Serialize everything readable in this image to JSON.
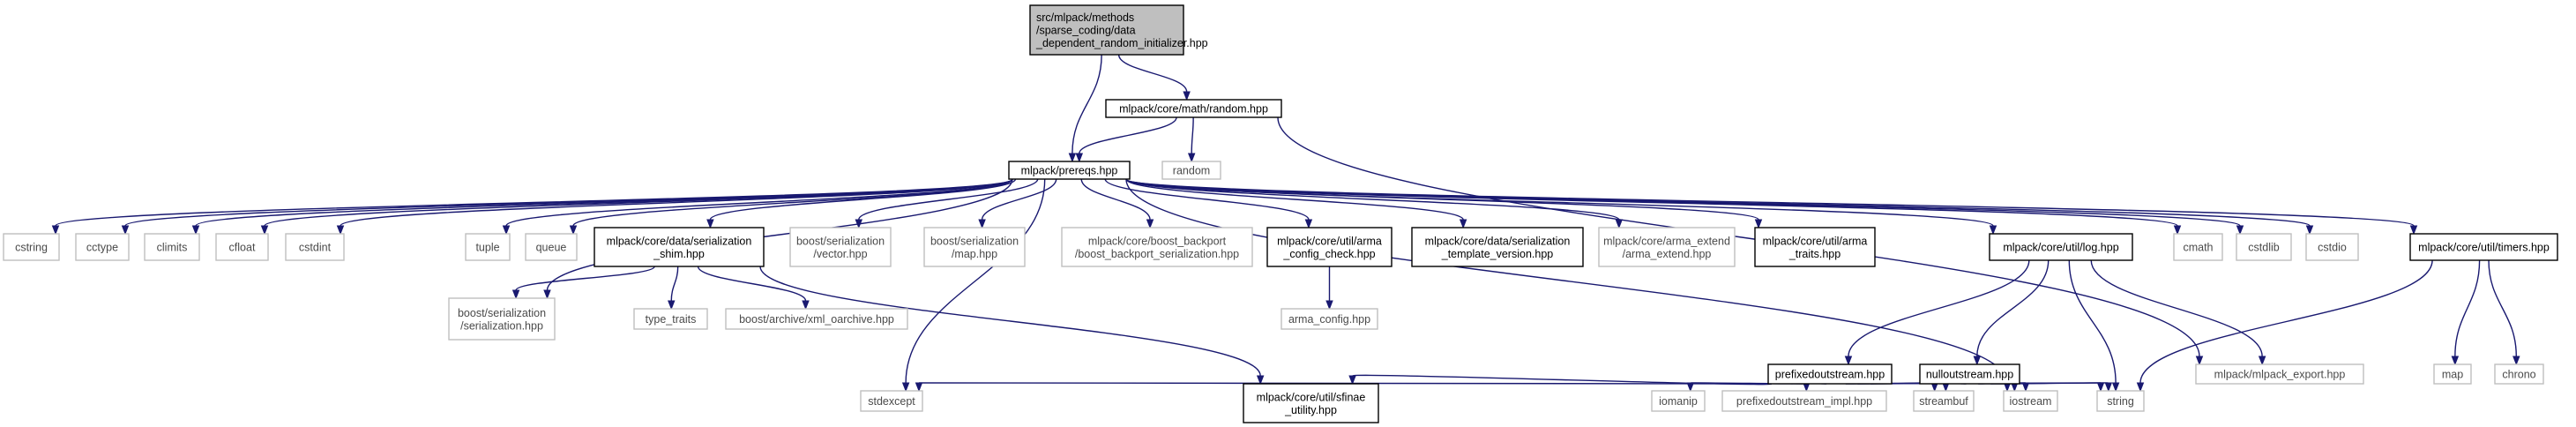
{
  "graph": {
    "nodes": [
      {
        "id": "root",
        "kind": "root",
        "lines": [
          "src/mlpack/methods",
          "/sparse_coding/data",
          "_dependent_random_initializer.hpp"
        ]
      },
      {
        "id": "random_hpp",
        "kind": "hdr",
        "lines": [
          "mlpack/core/math/random.hpp"
        ]
      },
      {
        "id": "prereqs",
        "kind": "hdr",
        "lines": [
          "mlpack/prereqs.hpp"
        ]
      },
      {
        "id": "random",
        "kind": "sys",
        "lines": [
          "random"
        ]
      },
      {
        "id": "cstring",
        "kind": "sys",
        "lines": [
          "cstring"
        ]
      },
      {
        "id": "cctype",
        "kind": "sys",
        "lines": [
          "cctype"
        ]
      },
      {
        "id": "climits",
        "kind": "sys",
        "lines": [
          "climits"
        ]
      },
      {
        "id": "cfloat",
        "kind": "sys",
        "lines": [
          "cfloat"
        ]
      },
      {
        "id": "cstdint",
        "kind": "sys",
        "lines": [
          "cstdint"
        ]
      },
      {
        "id": "tuple",
        "kind": "sys",
        "lines": [
          "tuple"
        ]
      },
      {
        "id": "queue",
        "kind": "sys",
        "lines": [
          "queue"
        ]
      },
      {
        "id": "ser_shim",
        "kind": "hdr",
        "lines": [
          "mlpack/core/data/serialization",
          "_shim.hpp"
        ]
      },
      {
        "id": "boost_vector",
        "kind": "sys",
        "lines": [
          "boost/serialization",
          "/vector.hpp"
        ]
      },
      {
        "id": "boost_map",
        "kind": "sys",
        "lines": [
          "boost/serialization",
          "/map.hpp"
        ]
      },
      {
        "id": "boost_backport",
        "kind": "sys",
        "lines": [
          "mlpack/core/boost_backport",
          "/boost_backport_serialization.hpp"
        ]
      },
      {
        "id": "arma_config_check",
        "kind": "hdr",
        "lines": [
          "mlpack/core/util/arma",
          "_config_check.hpp"
        ]
      },
      {
        "id": "ser_template",
        "kind": "hdr",
        "lines": [
          "mlpack/core/data/serialization",
          "_template_version.hpp"
        ]
      },
      {
        "id": "arma_extend",
        "kind": "sys",
        "lines": [
          "mlpack/core/arma_extend",
          "/arma_extend.hpp"
        ]
      },
      {
        "id": "arma_traits",
        "kind": "hdr",
        "lines": [
          "mlpack/core/util/arma",
          "_traits.hpp"
        ]
      },
      {
        "id": "log",
        "kind": "hdr",
        "lines": [
          "mlpack/core/util/log.hpp"
        ]
      },
      {
        "id": "cmath",
        "kind": "sys",
        "lines": [
          "cmath"
        ]
      },
      {
        "id": "cstdlib",
        "kind": "sys",
        "lines": [
          "cstdlib"
        ]
      },
      {
        "id": "cstdio",
        "kind": "sys",
        "lines": [
          "cstdio"
        ]
      },
      {
        "id": "timers",
        "kind": "hdr",
        "lines": [
          "mlpack/core/util/timers.hpp"
        ]
      },
      {
        "id": "boost_serialization",
        "kind": "sys",
        "lines": [
          "boost/serialization",
          "/serialization.hpp"
        ]
      },
      {
        "id": "type_traits",
        "kind": "sys",
        "lines": [
          "type_traits"
        ]
      },
      {
        "id": "xml_oarchive",
        "kind": "sys",
        "lines": [
          "boost/archive/xml_oarchive.hpp"
        ]
      },
      {
        "id": "arma_config",
        "kind": "sys",
        "lines": [
          "arma_config.hpp"
        ]
      },
      {
        "id": "prefixed",
        "kind": "hdr",
        "lines": [
          "prefixedoutstream.hpp"
        ]
      },
      {
        "id": "nullout",
        "kind": "hdr",
        "lines": [
          "nulloutstream.hpp"
        ]
      },
      {
        "id": "mlpack_export",
        "kind": "sys",
        "lines": [
          "mlpack/mlpack_export.hpp"
        ]
      },
      {
        "id": "map",
        "kind": "sys",
        "lines": [
          "map"
        ]
      },
      {
        "id": "chrono",
        "kind": "sys",
        "lines": [
          "chrono"
        ]
      },
      {
        "id": "stdexcept",
        "kind": "sys",
        "lines": [
          "stdexcept"
        ]
      },
      {
        "id": "sfinae",
        "kind": "hdr",
        "lines": [
          "mlpack/core/util/sfinae",
          "_utility.hpp"
        ]
      },
      {
        "id": "iomanip",
        "kind": "sys",
        "lines": [
          "iomanip"
        ]
      },
      {
        "id": "prefixed_impl",
        "kind": "sys",
        "lines": [
          "prefixedoutstream_impl.hpp"
        ]
      },
      {
        "id": "streambuf",
        "kind": "sys",
        "lines": [
          "streambuf"
        ]
      },
      {
        "id": "iostream",
        "kind": "sys",
        "lines": [
          "iostream"
        ]
      },
      {
        "id": "string",
        "kind": "sys",
        "lines": [
          "string"
        ]
      }
    ],
    "edges": [
      [
        "root",
        "random_hpp"
      ],
      [
        "root",
        "prereqs"
      ],
      [
        "random_hpp",
        "prereqs"
      ],
      [
        "random_hpp",
        "random"
      ],
      [
        "random_hpp",
        "mlpack_export"
      ],
      [
        "prereqs",
        "cstring"
      ],
      [
        "prereqs",
        "cctype"
      ],
      [
        "prereqs",
        "climits"
      ],
      [
        "prereqs",
        "cfloat"
      ],
      [
        "prereqs",
        "cstdint"
      ],
      [
        "prereqs",
        "tuple"
      ],
      [
        "prereqs",
        "queue"
      ],
      [
        "prereqs",
        "ser_shim"
      ],
      [
        "prereqs",
        "boost_vector"
      ],
      [
        "prereqs",
        "boost_map"
      ],
      [
        "prereqs",
        "boost_backport"
      ],
      [
        "prereqs",
        "arma_config_check"
      ],
      [
        "prereqs",
        "ser_template"
      ],
      [
        "prereqs",
        "arma_extend"
      ],
      [
        "prereqs",
        "arma_traits"
      ],
      [
        "prereqs",
        "log"
      ],
      [
        "prereqs",
        "cmath"
      ],
      [
        "prereqs",
        "cstdlib"
      ],
      [
        "prereqs",
        "cstdio"
      ],
      [
        "prereqs",
        "timers"
      ],
      [
        "prereqs",
        "boost_serialization"
      ],
      [
        "prereqs",
        "stdexcept"
      ],
      [
        "prereqs",
        "iostream"
      ],
      [
        "ser_shim",
        "boost_serialization"
      ],
      [
        "ser_shim",
        "type_traits"
      ],
      [
        "ser_shim",
        "xml_oarchive"
      ],
      [
        "ser_shim",
        "sfinae"
      ],
      [
        "arma_config_check",
        "arma_config"
      ],
      [
        "log",
        "prefixed"
      ],
      [
        "log",
        "nullout"
      ],
      [
        "log",
        "string"
      ],
      [
        "log",
        "mlpack_export"
      ],
      [
        "timers",
        "map"
      ],
      [
        "timers",
        "chrono"
      ],
      [
        "timers",
        "string"
      ],
      [
        "prefixed",
        "stdexcept"
      ],
      [
        "prefixed",
        "sfinae"
      ],
      [
        "prefixed",
        "iomanip"
      ],
      [
        "prefixed",
        "prefixed_impl"
      ],
      [
        "prefixed",
        "streambuf"
      ],
      [
        "prefixed",
        "iostream"
      ],
      [
        "prefixed",
        "string"
      ],
      [
        "nullout",
        "streambuf"
      ],
      [
        "nullout",
        "iostream"
      ],
      [
        "nullout",
        "string"
      ]
    ]
  }
}
